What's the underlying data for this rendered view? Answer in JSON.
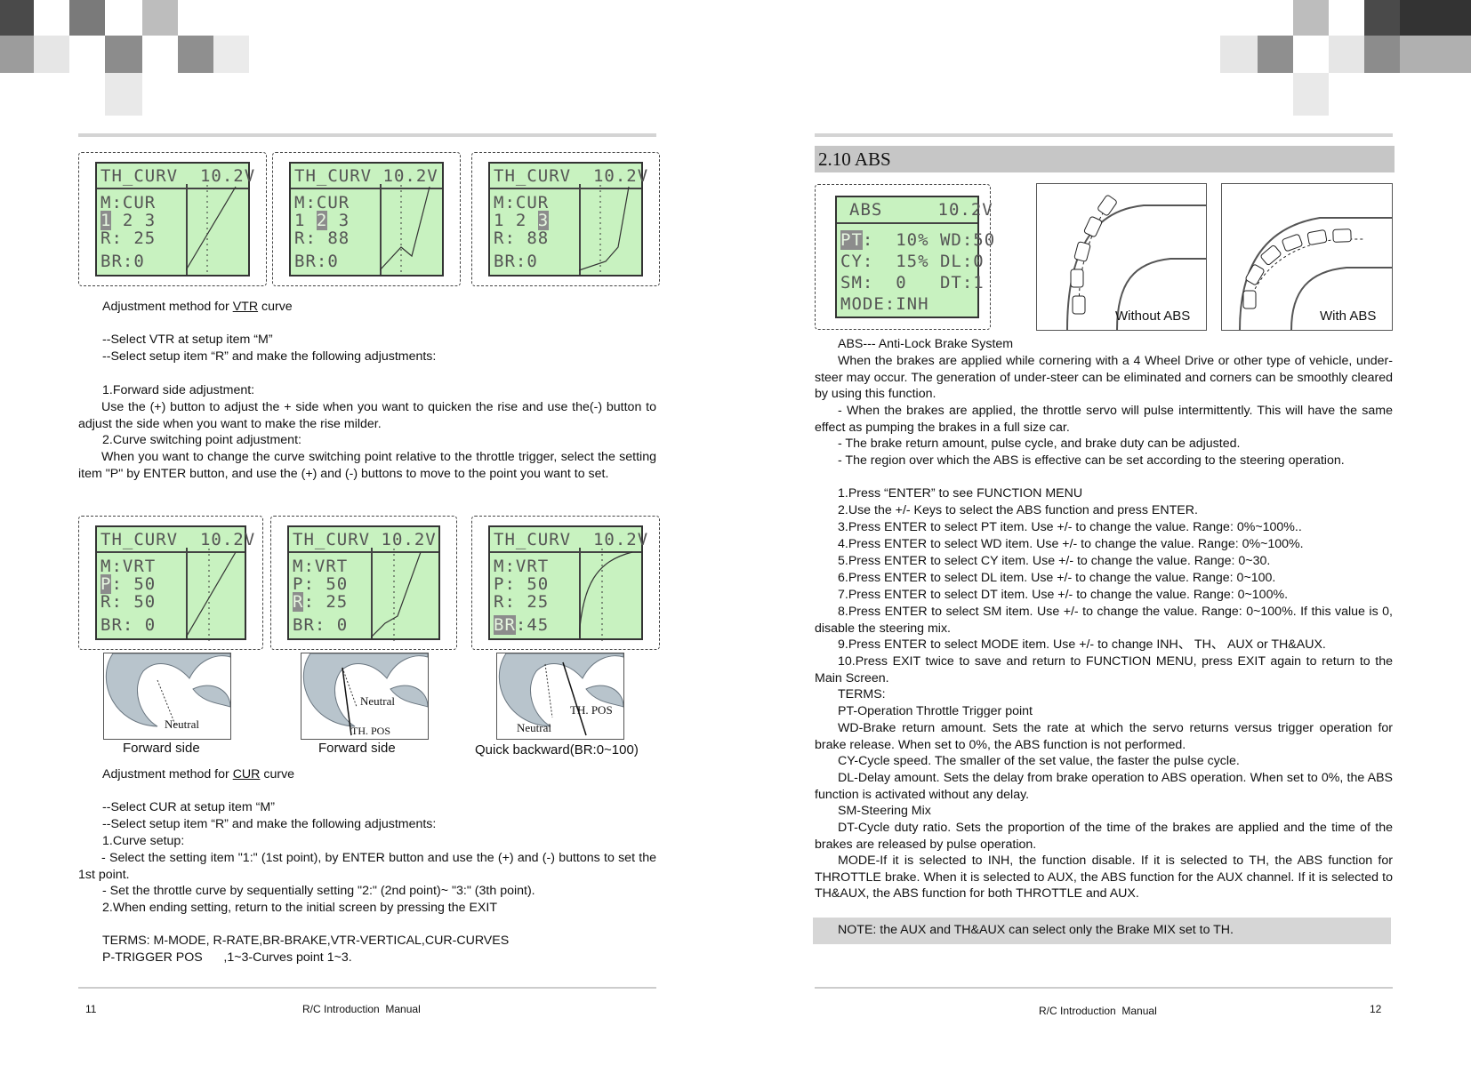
{
  "left_page": {
    "lcd_cur": [
      {
        "title": "TH_CURV  10.2V",
        "row1": "M:CUR",
        "row2_pre": "",
        "row2_hl": "1",
        "row2_post": " 2 3",
        "row3": "R: 25",
        "row4": "BR:0"
      },
      {
        "title": "TH_CURV 10.2V",
        "row1": "M:CUR",
        "row2_pre": "1 ",
        "row2_hl": "2",
        "row2_post": " 3",
        "row3": "R: 88",
        "row4": "BR:0"
      },
      {
        "title": "TH_CURV  10.2V",
        "row1": "M:CUR",
        "row2_pre": "1 2 ",
        "row2_hl": "3",
        "row2_post": "",
        "row3": "R: 88",
        "row4": "BR:0"
      }
    ],
    "vtr_heading_pre": "Adjustment method for ",
    "vtr_heading_link": "VTR",
    "vtr_heading_post": " curve",
    "vtr_lines": [
      "--Select VTR at setup item  “M”",
      "--Select setup item  “R”  and make the following adjustments:"
    ],
    "forward_title": "1.Forward side adjustment:",
    "forward_text": "Use the (+) button to adjust the + side when you want to quicken the rise and use the(-) button to adjust the  side when you want to make the rise milder.",
    "switch_title": "2.Curve switching point adjustment:",
    "switch_text": "When you want to change the curve switching point relative to the throttle trigger, select the setting item \"P\" by ENTER button, and use the (+) and (-) buttons to move to the point you want to set.",
    "lcd_vrt": [
      {
        "title": "TH_CURV  10.2V",
        "row1": "M:VRT",
        "r2_hl": "P",
        "r2_post": ": 50",
        "r3_hl": "",
        "r3_post": "R: 50",
        "r4_hl": "",
        "r4_post": "BR: 0"
      },
      {
        "title": "TH_CURV 10.2V",
        "row1": "M:VRT",
        "r2_hl": "",
        "r2_post": "P: 50",
        "r3_hl": "R",
        "r3_post": ": 25",
        "r4_hl": "",
        "r4_post": "BR: 0"
      },
      {
        "title": "TH_CURV  10.2V",
        "row1": "M:VRT",
        "r2_hl": "",
        "r2_post": "P: 50",
        "r3_hl": "",
        "r3_post": "R: 25",
        "r4_hl": "BR",
        "r4_post": ":45"
      }
    ],
    "trigger_pics": [
      {
        "labels": [
          "Neutral"
        ],
        "caption": "Forward side"
      },
      {
        "labels": [
          "Neutral",
          "TH. POS"
        ],
        "caption": "Forward side"
      },
      {
        "labels": [
          "TH. POS",
          "Neutral"
        ],
        "caption": "Quick backward(BR:0~100)"
      }
    ],
    "cur_heading_pre": "Adjustment method for ",
    "cur_heading_link": "CUR",
    "cur_heading_post": " curve",
    "cur_lines": [
      "--Select CUR at setup item  “M”",
      "--Select setup item  “R”  and make the following adjustments:",
      "1.Curve setup:"
    ],
    "cur_setup_text": "-  Select the setting item \"1:\" (1st point), by ENTER button and use the (+) and (-) buttons to set the 1st point.",
    "cur_lines2": [
      "-  Set the throttle curve by sequentially setting \"2:\" (2nd point)~ \"3:\" (3th point).",
      "2.When ending setting, return to the initial screen by pressing the EXIT",
      "",
      "TERMS: M-MODE, R-RATE,BR-BRAKE,VTR-VERTICAL,CUR-CURVES",
      "P-TRIGGER POS      ,1~3-Curves point 1~3."
    ],
    "page_number": "11",
    "footer_title": "R/C Introduction  Manual"
  },
  "right_page": {
    "section_title": "2.10 ABS",
    "lcd_abs": {
      "title": "ABS     10.2V",
      "row1_hl": "PT",
      "row1_post": ":  10% WD:50",
      "row2": "CY:  15% DL:0",
      "row3": "SM:  0   DT:1",
      "row4": "MODE:INH"
    },
    "fig_without": "Without ABS",
    "fig_with": "With ABS",
    "para_first": "ABS--- Anti-Lock Brake System",
    "para_jus": [
      "When the brakes are applied while cornering with a 4 Wheel Drive or other type of vehicle, under-steer may occur. The generation of under-steer can be eliminated and corners can be smoothly cleared by using this function.",
      "- When the brakes are applied, the throttle servo will pulse intermittently. This will have the same effect as pumping the brakes in a full size car."
    ],
    "para_return": "- The brake return amount, pulse cycle, and brake duty can be adjusted.",
    "para_region": "- The region over which the ABS is effective can be set according to the steering operation.",
    "steps": [
      "1.Press  “ENTER”  to see FUNCTION MENU",
      "2.Use the +/- Keys to select the ABS function and press ENTER.",
      "3.Press ENTER to select PT item. Use +/- to change the value. Range: 0%~100%..",
      "4.Press ENTER to select WD item. Use +/- to change the value. Range: 0%~100%.",
      "5.Press ENTER to select CY item. Use +/- to change the value. Range: 0~30.",
      "6.Press ENTER to select DL item. Use +/- to change the value. Range: 0~100.",
      "7.Press ENTER to select DT item. Use +/- to change the value. Range: 0~100%."
    ],
    "step8": "8.Press ENTER to select SM item. Use +/- to change the value. Range: 0~100%. If this value is 0, disable the steering mix.",
    "step9": "9.Press ENTER to select MODE item. Use +/- to change INH、 TH、 AUX or TH&AUX.",
    "step10": "10.Press EXIT twice to save and return to FUNCTION MENU, press EXIT again to return to the Main Screen.",
    "terms_title": "TERMS:",
    "term_pt": "PT-Operation Throttle Trigger point",
    "term_wd": "WD-Brake return amount. Sets the rate at which the servo returns versus trigger operation for brake release. When set to 0%, the ABS function is not performed.",
    "term_cy": "CY-Cycle speed. The smaller of the set value, the faster the pulse cycle.",
    "term_dl": "DL-Delay amount. Sets the delay from brake operation to ABS operation. When set to 0%, the ABS function is activated without any delay.",
    "term_sm": "SM-Steering Mix",
    "term_dt": "DT-Cycle duty ratio. Sets the proportion of the time of the brakes are applied and the time of the brakes are released by pulse operation.",
    "term_mode": "MODE-If it is selected to INH, the function disable. If it is selected to TH, the ABS function for THROTTLE brake. When it is selected to AUX, the ABS function for the AUX channel. If it is selected to TH&AUX, the ABS function for both THROTTLE and AUX.",
    "note": "NOTE: the AUX and TH&AUX can select only the Brake MIX set to TH.",
    "footer_title": "R/C Introduction  Manual",
    "page_number": "12"
  }
}
